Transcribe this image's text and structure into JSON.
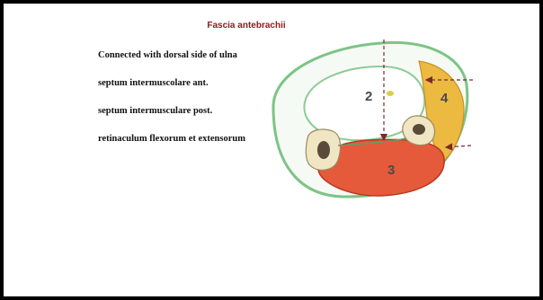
{
  "slide": {
    "title": "Fascia antebrachii",
    "lines": [
      "Connected with dorsal side of ulna",
      "septum intermuscolare ant.",
      "septum intermusculare post.",
      "retinaculum flexorum et extensorum"
    ]
  },
  "figure": {
    "labels": [
      "2",
      "3",
      "4"
    ],
    "colors": {
      "fascia_outline": "#6fb87a",
      "muscle_red": "#e2563a",
      "muscle_yellow": "#e9b83a",
      "bone": "#efe3bf",
      "arrow": "#7a2a2a"
    }
  }
}
